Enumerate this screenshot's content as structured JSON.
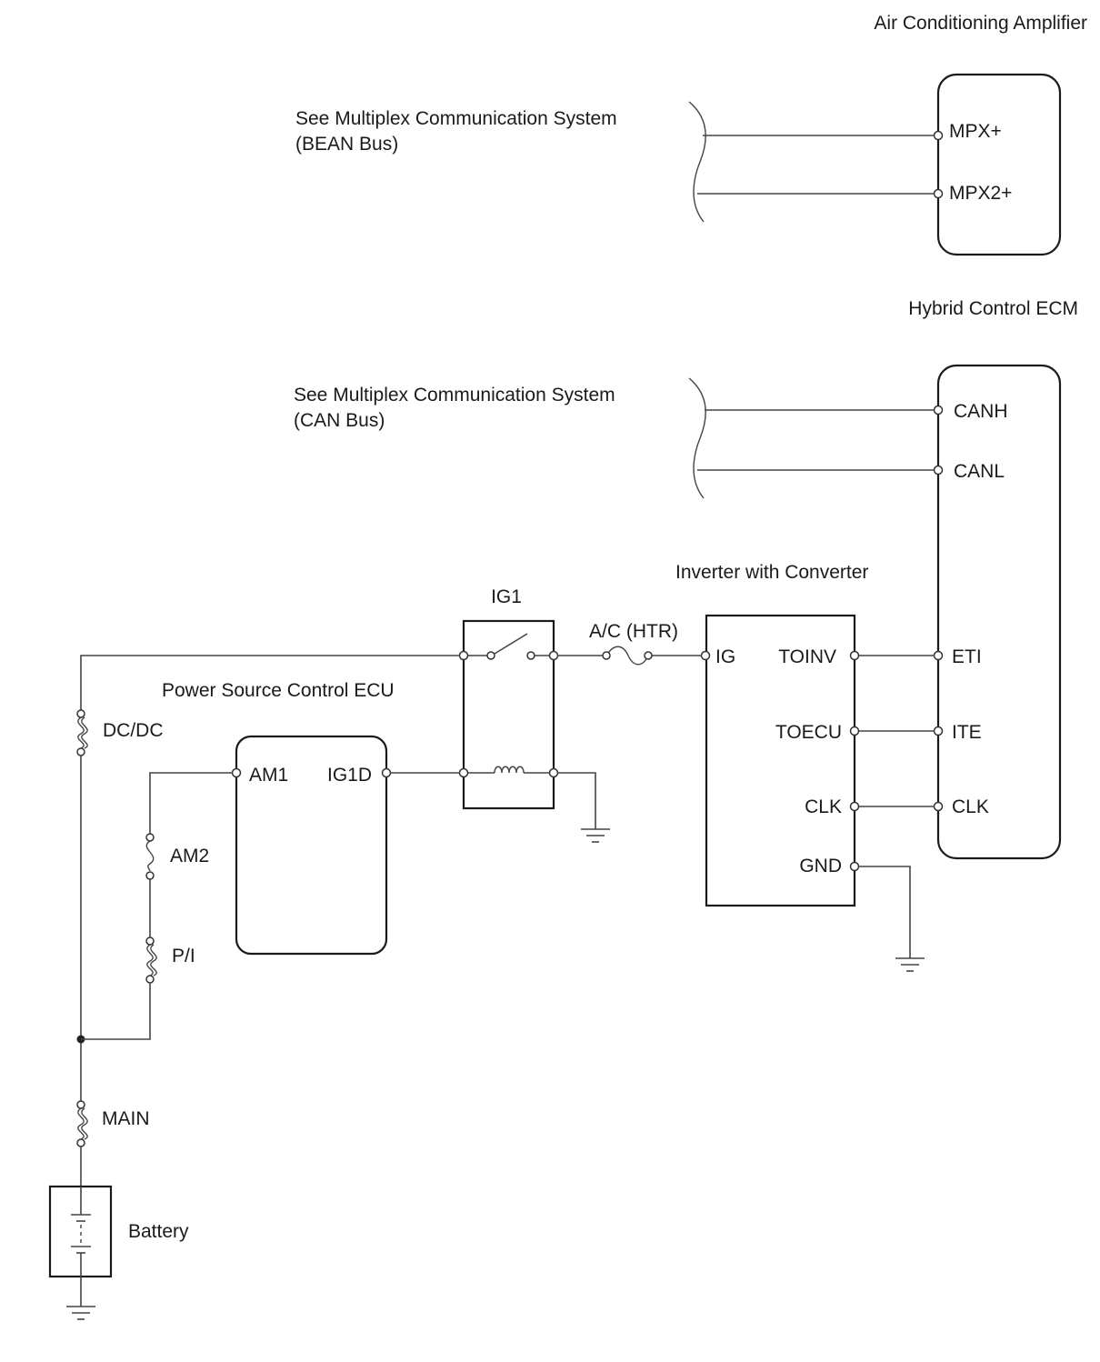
{
  "components": {
    "ac_amplifier": "Air Conditioning Amplifier",
    "hybrid_ecm": "Hybrid Control ECM",
    "inverter": "Inverter with Converter",
    "power_ecu": "Power Source Control ECU",
    "ig1_relay": "IG1",
    "battery": "Battery"
  },
  "references": {
    "bean_line1": "See Multiplex Communication System",
    "bean_line2": "(BEAN Bus)",
    "can_line1": "See Multiplex Communication System",
    "can_line2": "(CAN Bus)"
  },
  "fuses": {
    "dcdc": "DC/DC",
    "am2": "AM2",
    "pi": "P/I",
    "main": "MAIN",
    "ac_htr": "A/C (HTR)"
  },
  "terminals": {
    "mpx_plus": "MPX+",
    "mpx2_plus": "MPX2+",
    "canh": "CANH",
    "canl": "CANL",
    "eti": "ETI",
    "ite": "ITE",
    "clk_ecm": "CLK",
    "ig": "IG",
    "toinv": "TOINV",
    "toecu": "TOECU",
    "clk_inv": "CLK",
    "gnd": "GND",
    "am1": "AM1",
    "ig1d": "IG1D"
  }
}
